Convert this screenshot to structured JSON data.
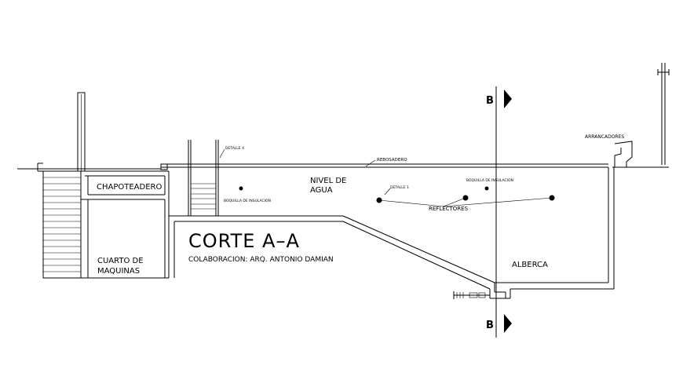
{
  "labels": {
    "chapoteadero": "CHAPOTEADERO",
    "cuarto_line1": "CUARTO DE",
    "cuarto_line2": "MAQUINAS",
    "nivel_line1": "NIVEL DE",
    "nivel_line2": "AGUA",
    "rebosadero": "REBOSADERO",
    "detalle_4": "DETALLE 4",
    "detalle_1": "DETALLE 1",
    "boquilla_left": "BOQUILLA DE INSULACION",
    "boquilla_right": "BOQUILLA DE INSULACION",
    "reflectores": "REFLECTORES",
    "arrancadores": "ARRANCADORES",
    "alberca": "ALBERCA",
    "section_title": "CORTE A–A",
    "collaboration": "COLABORACION: ARQ. ANTONIO DAMIAN",
    "section_mark_top": "B",
    "section_mark_bottom": "B"
  }
}
